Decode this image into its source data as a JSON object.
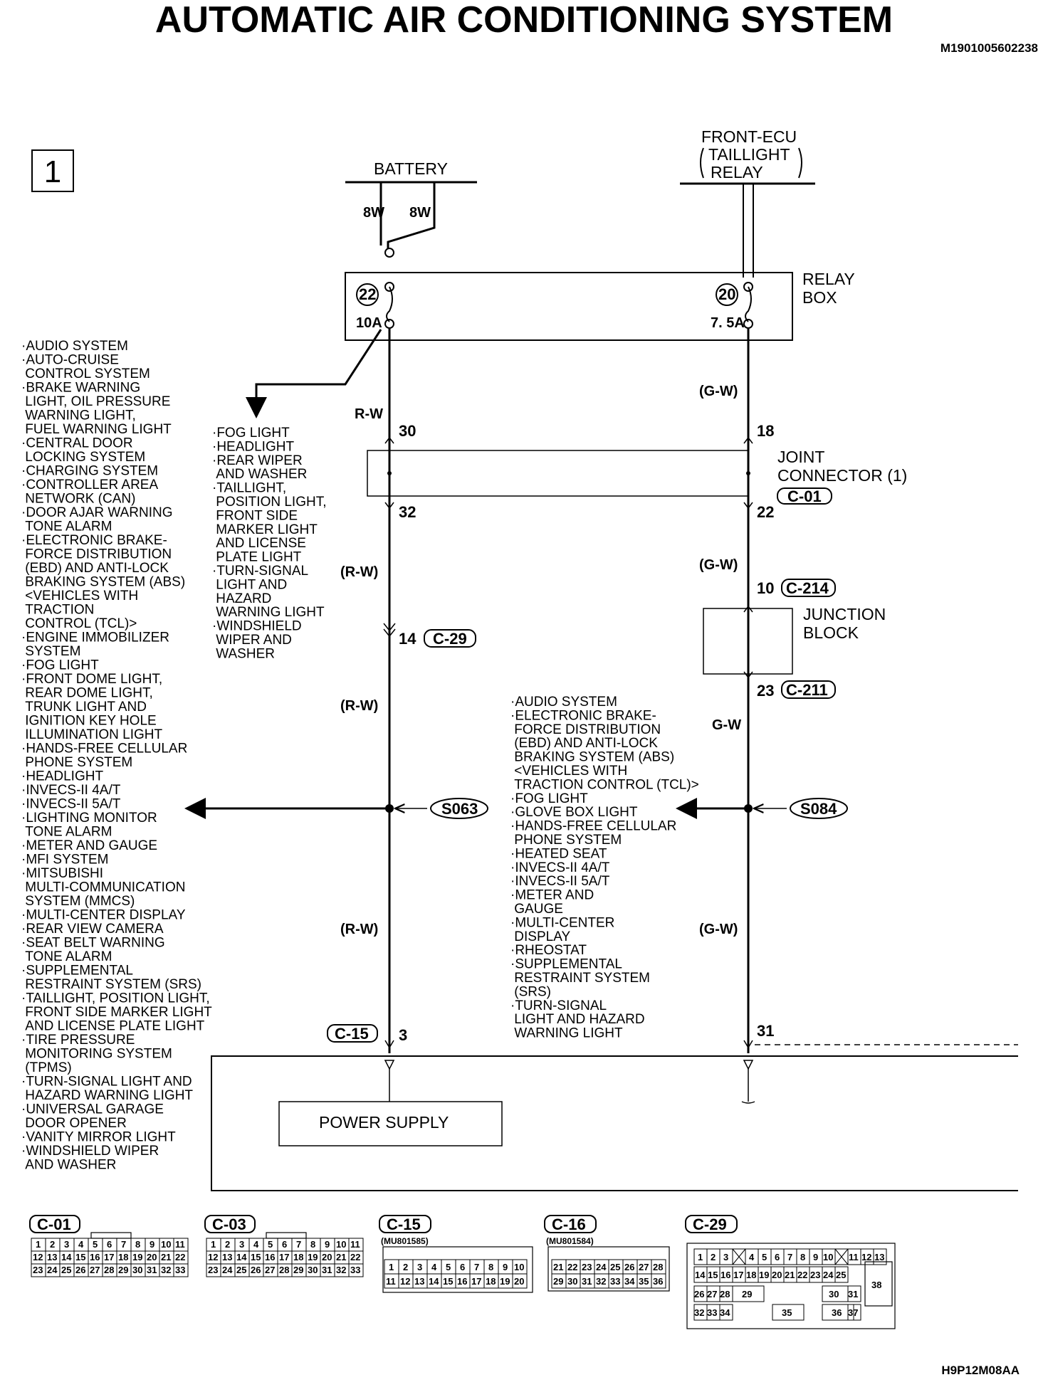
{
  "title": "AUTOMATIC AIR CONDITIONING SYSTEM",
  "doc_id": "M1901005602238",
  "figure_id": "H9P12M08AA",
  "page_number": "1",
  "sources": {
    "battery": "BATTERY",
    "front_ecu": [
      "FRONT-ECU",
      "TAILLIGHT",
      "RELAY"
    ]
  },
  "relay_box": {
    "label": [
      "RELAY",
      "BOX"
    ],
    "fuse_left": {
      "num": "22",
      "rating": "10A"
    },
    "fuse_right": {
      "num": "20",
      "rating": "7. 5A"
    }
  },
  "wires": {
    "battery_a": "8W",
    "battery_b": "8W",
    "rw": "R-W",
    "rw_paren": "(R-W)",
    "gw": "G-W",
    "gw_paren": "(G-W)"
  },
  "joint_connector": {
    "label": [
      "JOINT",
      "CONNECTOR (1)"
    ],
    "code": "C-01",
    "pins": [
      "30",
      "18",
      "32",
      "22"
    ]
  },
  "junction_block": {
    "label": [
      "JUNCTION",
      "BLOCK"
    ],
    "pin_in": "10",
    "code_in": "C-214",
    "pin_out": "23",
    "code_out": "C-211"
  },
  "connector_c29": {
    "pin": "14",
    "code": "C-29"
  },
  "splices": [
    "S063",
    "S084"
  ],
  "c15": {
    "code": "C-15",
    "pin_left": "3",
    "pin_right": "31"
  },
  "power_supply": "POWER SUPPLY",
  "fog_list": [
    "·FOG LIGHT",
    "·HEADLIGHT",
    "·REAR WIPER",
    " AND WASHER",
    "·TAILLIGHT,",
    " POSITION LIGHT,",
    " FRONT SIDE",
    " MARKER LIGHT",
    " AND LICENSE",
    " PLATE LIGHT",
    "·TURN-SIGNAL",
    " LIGHT AND",
    " HAZARD",
    " WARNING LIGHT",
    "·WINDSHIELD",
    " WIPER AND",
    " WASHER"
  ],
  "left_list": [
    "·AUDIO SYSTEM",
    "·AUTO-CRUISE",
    " CONTROL SYSTEM",
    "·BRAKE WARNING",
    " LIGHT, OIL PRESSURE",
    " WARNING LIGHT,",
    " FUEL WARNING LIGHT",
    "·CENTRAL DOOR",
    " LOCKING SYSTEM",
    "·CHARGING SYSTEM",
    "·CONTROLLER AREA",
    " NETWORK (CAN)",
    "·DOOR AJAR WARNING",
    " TONE ALARM",
    "·ELECTRONIC BRAKE-",
    " FORCE DISTRIBUTION",
    " (EBD) AND ANTI-LOCK",
    " BRAKING SYSTEM (ABS)",
    " <VEHICLES WITH",
    " TRACTION",
    " CONTROL (TCL)>",
    "·ENGINE IMMOBILIZER",
    " SYSTEM",
    "·FOG LIGHT",
    "·FRONT DOME LIGHT,",
    " REAR DOME LIGHT,",
    " TRUNK LIGHT AND",
    " IGNITION KEY HOLE",
    " ILLUMINATION LIGHT",
    "·HANDS-FREE CELLULAR",
    " PHONE SYSTEM",
    "·HEADLIGHT",
    "·INVECS-II 4A/T",
    "·INVECS-II 5A/T",
    "·LIGHTING MONITOR",
    " TONE ALARM",
    "·METER AND GAUGE",
    "·MFI SYSTEM",
    "·MITSUBISHI",
    " MULTI-COMMUNICATION",
    " SYSTEM (MMCS)",
    "·MULTI-CENTER DISPLAY",
    "·REAR VIEW CAMERA",
    "·SEAT BELT WARNING",
    " TONE ALARM",
    "·SUPPLEMENTAL",
    " RESTRAINT SYSTEM (SRS)",
    "·TAILLIGHT, POSITION LIGHT,",
    " FRONT SIDE MARKER LIGHT",
    " AND LICENSE PLATE LIGHT",
    "·TIRE PRESSURE",
    " MONITORING SYSTEM",
    " (TPMS)",
    "·TURN-SIGNAL LIGHT AND",
    " HAZARD WARNING LIGHT",
    "·UNIVERSAL GARAGE",
    " DOOR OPENER",
    "·VANITY MIRROR LIGHT",
    "·WINDSHIELD WIPER",
    " AND WASHER"
  ],
  "mid_list": [
    "·AUDIO SYSTEM",
    "·ELECTRONIC BRAKE-",
    " FORCE DISTRIBUTION",
    " (EBD) AND ANTI-LOCK",
    " BRAKING SYSTEM (ABS)",
    " <VEHICLES WITH",
    " TRACTION CONTROL (TCL)>",
    "·FOG LIGHT",
    "·GLOVE BOX LIGHT",
    "·HANDS-FREE CELLULAR",
    " PHONE SYSTEM",
    "·HEATED SEAT",
    "·INVECS-II 4A/T",
    "·INVECS-II 5A/T",
    "·METER AND",
    " GAUGE",
    "·MULTI-CENTER",
    " DISPLAY",
    "·RHEOSTAT",
    "·SUPPLEMENTAL",
    " RESTRAINT SYSTEM",
    " (SRS)",
    "·TURN-SIGNAL",
    " LIGHT AND HAZARD",
    " WARNING LIGHT"
  ],
  "connectors": [
    {
      "code": "C-01",
      "part": "",
      "rows": [
        [
          "1",
          "2",
          "3",
          "4",
          "5",
          "6",
          "7",
          "8",
          "9",
          "10",
          "11"
        ],
        [
          "12",
          "13",
          "14",
          "15",
          "16",
          "17",
          "18",
          "19",
          "20",
          "21",
          "22"
        ],
        [
          "23",
          "24",
          "25",
          "26",
          "27",
          "28",
          "29",
          "30",
          "31",
          "32",
          "33"
        ]
      ]
    },
    {
      "code": "C-03",
      "part": "",
      "rows": [
        [
          "1",
          "2",
          "3",
          "4",
          "5",
          "6",
          "7",
          "8",
          "9",
          "10",
          "11"
        ],
        [
          "12",
          "13",
          "14",
          "15",
          "16",
          "17",
          "18",
          "19",
          "20",
          "21",
          "22"
        ],
        [
          "23",
          "24",
          "25",
          "26",
          "27",
          "28",
          "29",
          "30",
          "31",
          "32",
          "33"
        ]
      ]
    },
    {
      "code": "C-15",
      "part": "(MU801585)",
      "rows": [
        [
          "1",
          "2",
          "3",
          "4",
          "5",
          "6",
          "7",
          "8",
          "9",
          "10"
        ],
        [
          "11",
          "12",
          "13",
          "14",
          "15",
          "16",
          "17",
          "18",
          "19",
          "20"
        ]
      ]
    },
    {
      "code": "C-16",
      "part": "(MU801584)",
      "rows": [
        [
          "21",
          "22",
          "23",
          "24",
          "25",
          "26",
          "27",
          "28"
        ],
        [
          "29",
          "30",
          "31",
          "32",
          "33",
          "34",
          "35",
          "36"
        ]
      ]
    },
    {
      "code": "C-29",
      "part": "",
      "rows": [
        [
          "1",
          "2",
          "3",
          "",
          "4",
          "5",
          "6",
          "7",
          "8",
          "9",
          "10",
          "",
          "11",
          "12",
          "13"
        ],
        [
          "14",
          "15",
          "16",
          "17",
          "18",
          "19",
          "20",
          "21",
          "22",
          "23",
          "24",
          "25"
        ],
        [
          "26",
          "27",
          "28",
          "29",
          "30",
          "31"
        ],
        [
          "32",
          "33",
          "34",
          "35",
          "36",
          "37"
        ],
        [
          "38"
        ]
      ]
    }
  ]
}
